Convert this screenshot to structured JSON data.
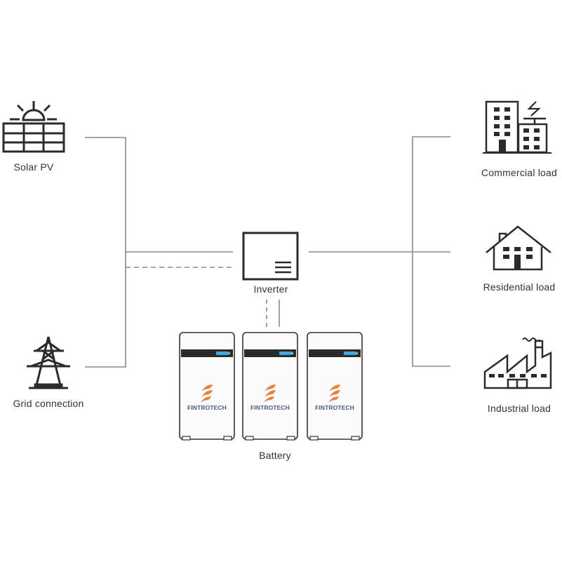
{
  "nodes": {
    "solar": {
      "label": "Solar PV"
    },
    "grid": {
      "label": "Grid connection"
    },
    "inverter": {
      "label": "Inverter"
    },
    "battery": {
      "label": "Battery",
      "units": [
        {
          "brand": "FINTROTECH"
        },
        {
          "brand": "FINTROTECH"
        },
        {
          "brand": "FINTROTECH"
        }
      ]
    },
    "commercial": {
      "label": "Commercial load"
    },
    "residential": {
      "label": "Residential load"
    },
    "industrial": {
      "label": "Industrial load"
    }
  },
  "colors": {
    "line": "#8a8a8a",
    "icon": "#2b2b2b",
    "battery_display": "#2a2a2a",
    "battery_level": "#3aa9e0",
    "brand_orange": "#e8803a",
    "brand_text": "#4a5a86"
  },
  "connections": [
    {
      "from": "solar",
      "to": "inverter",
      "style": "solid"
    },
    {
      "from": "grid",
      "to": "inverter",
      "style": "solid"
    },
    {
      "from": "inverter",
      "to": "left-bus",
      "style": "dashed",
      "meaning": "communication"
    },
    {
      "from": "inverter",
      "to": "battery",
      "style": "solid"
    },
    {
      "from": "inverter",
      "to": "battery",
      "style": "dashed"
    },
    {
      "from": "inverter",
      "to": "commercial",
      "style": "solid"
    },
    {
      "from": "inverter",
      "to": "residential",
      "style": "solid"
    },
    {
      "from": "inverter",
      "to": "industrial",
      "style": "solid"
    }
  ]
}
